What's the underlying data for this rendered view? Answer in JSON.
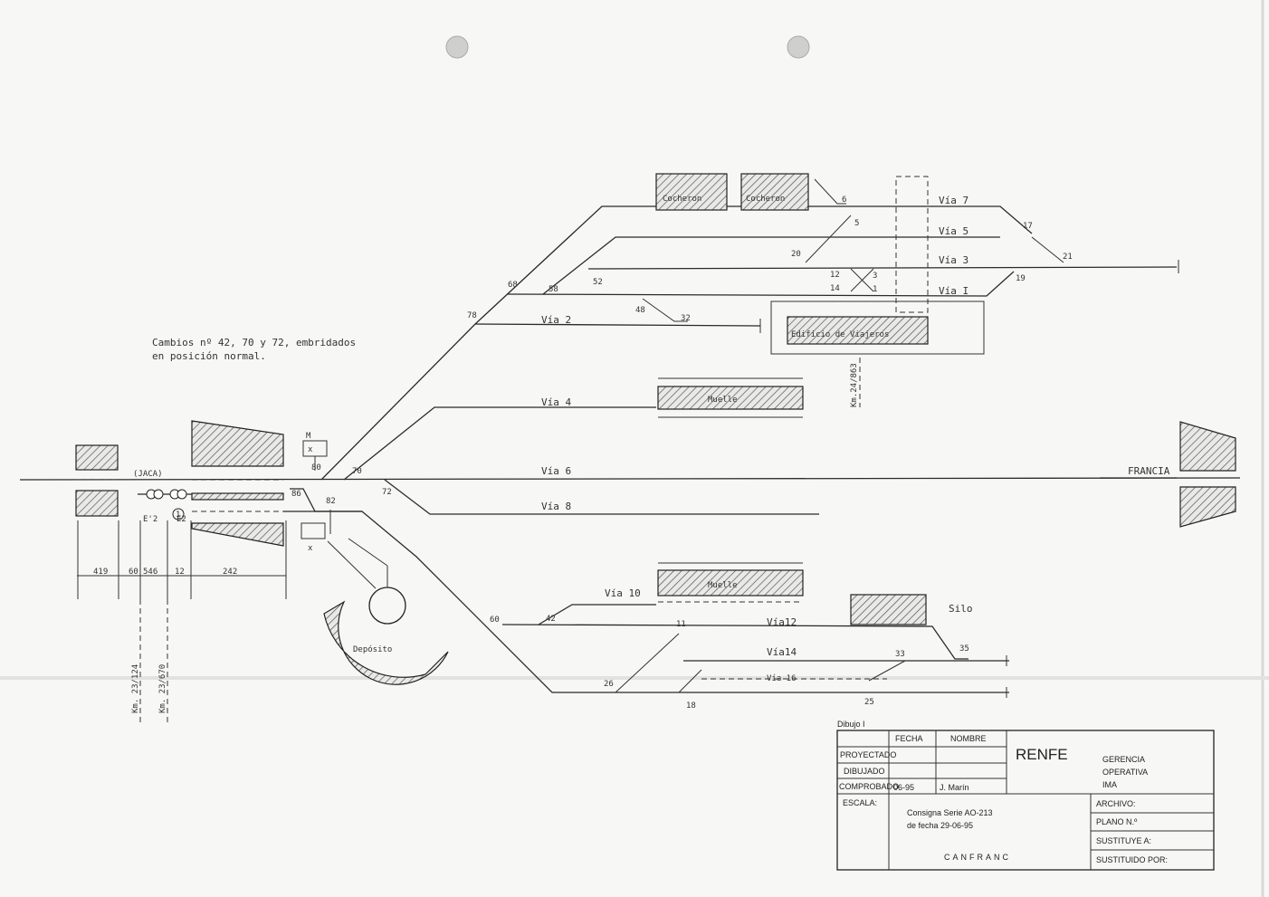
{
  "note": {
    "line1": "Cambios nº 42, 70 y 72, embridados",
    "line2": "en posición normal."
  },
  "tracks": {
    "via7": "Vía 7",
    "via5": "Vía 5",
    "via3": "Vía 3",
    "via1": "Vía I",
    "via2": "Vía 2",
    "via4": "Vía 4",
    "via6": "Vía 6",
    "via8": "Vía 8",
    "via10": "Vía 10",
    "via12": "Vía12",
    "via14": "Vía14",
    "via16": "Vía 16"
  },
  "switches": {
    "s6": "6",
    "s5": "5",
    "s17": "17",
    "s20": "20",
    "s21": "21",
    "s12": "12",
    "s3": "3",
    "s14": "14",
    "s1": "1",
    "s19": "19",
    "s68": "68",
    "s58": "58",
    "s52": "52",
    "s48": "48",
    "s32": "32",
    "s78": "78",
    "s80": "80",
    "s70": "70",
    "s72": "72",
    "s86": "86",
    "s82": "82",
    "s60": "60",
    "s42": "42",
    "s11": "11",
    "s33": "33",
    "s35": "35",
    "s26": "26",
    "s18": "18",
    "s25": "25"
  },
  "buildings": {
    "cocheron1": "Cocheron",
    "cocheron2": "Cocheron",
    "edificio": "Edificio de Viajeros",
    "muelle1": "Muelle",
    "muelle2": "Muelle",
    "silo": "Silo",
    "deposito": "Depósito"
  },
  "places": {
    "jaca": "(JACA)",
    "francia": "FRANCIA",
    "m": "M",
    "x1": "x",
    "x2": "x"
  },
  "signals": {
    "e2a": "E'2",
    "e2b": "E2",
    "one": "1"
  },
  "km": {
    "main": "Km.24/863",
    "a": "Km. 23/124",
    "b": "Km. 23/670"
  },
  "dims": [
    "419",
    "60",
    "546",
    "12",
    "242"
  ],
  "titleblock": {
    "dibujo": "Dibujo I",
    "fecha_h": "FECHA",
    "nombre_h": "NOMBRE",
    "proyectado": "PROYECTADO",
    "dibujado": "DIBUJADO",
    "comprobado": "COMPROBADO",
    "fecha_val": "06-95",
    "nombre_val": "J. Marín",
    "company": "RENFE",
    "gerencia1": "GERENCIA",
    "gerencia2": "OPERATIVA",
    "gerencia3": "IMA",
    "escala": "ESCALA:",
    "consigna1": "Consigna Serie AO-213",
    "consigna2": "de fecha 29-06-95",
    "station": "CANFRANC",
    "archivo": "ARCHIVO:",
    "plano": "PLANO N.º",
    "sustituye": "SUSTITUYE A:",
    "sustituido": "SUSTITUIDO POR:"
  }
}
